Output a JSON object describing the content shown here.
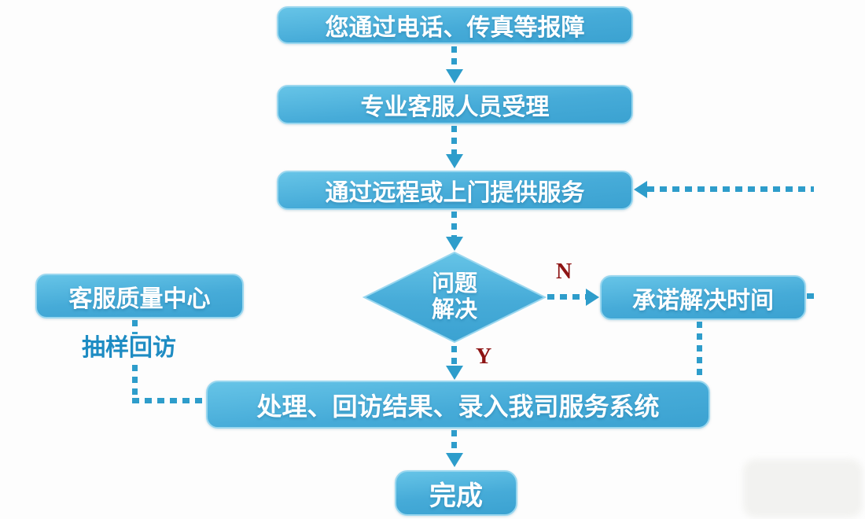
{
  "flow": {
    "nodes": {
      "report": {
        "label": "您通过电话、传真等报障"
      },
      "accept": {
        "label": "专业客服人员受理"
      },
      "service": {
        "label": "通过远程或上门提供服务"
      },
      "decision": {
        "line1": "问题",
        "line2": "解决"
      },
      "promise": {
        "label": "承诺解决时间"
      },
      "quality_center": {
        "label": "客服质量中心"
      },
      "record": {
        "label": "处理、回访结果、录入我司服务系统"
      },
      "done": {
        "label": "完成"
      }
    },
    "labels": {
      "no": "N",
      "yes": "Y",
      "sampling_callback": "抽样回访"
    },
    "colors": {
      "node_fill": "#46ABD8",
      "node_fill_top": "#66C4E7",
      "node_border": "#9AD7EF",
      "connector": "#2E9DCB",
      "branch_label": "#8E1414",
      "sampling_label": "#1E8CC3",
      "node_text": "#FFFFFF",
      "watermark": "#F2F2F0"
    }
  }
}
